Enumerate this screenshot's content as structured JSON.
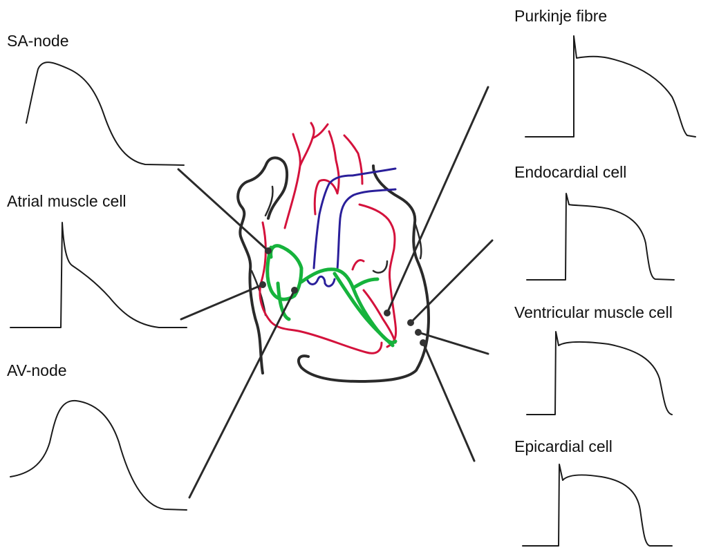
{
  "labels": {
    "sa_node": "SA-node",
    "atrial": "Atrial muscle cell",
    "av_node": "AV-node",
    "purkinje": "Purkinje fibre",
    "endocardial": "Endocardial cell",
    "ventricular": "Ventricular muscle cell",
    "epicardial": "Epicardial cell"
  },
  "colors": {
    "arterial": "#d4123c",
    "venous": "#2a1f9a",
    "conduction_system": "#16b33c",
    "outline": "#2a2a2a"
  }
}
